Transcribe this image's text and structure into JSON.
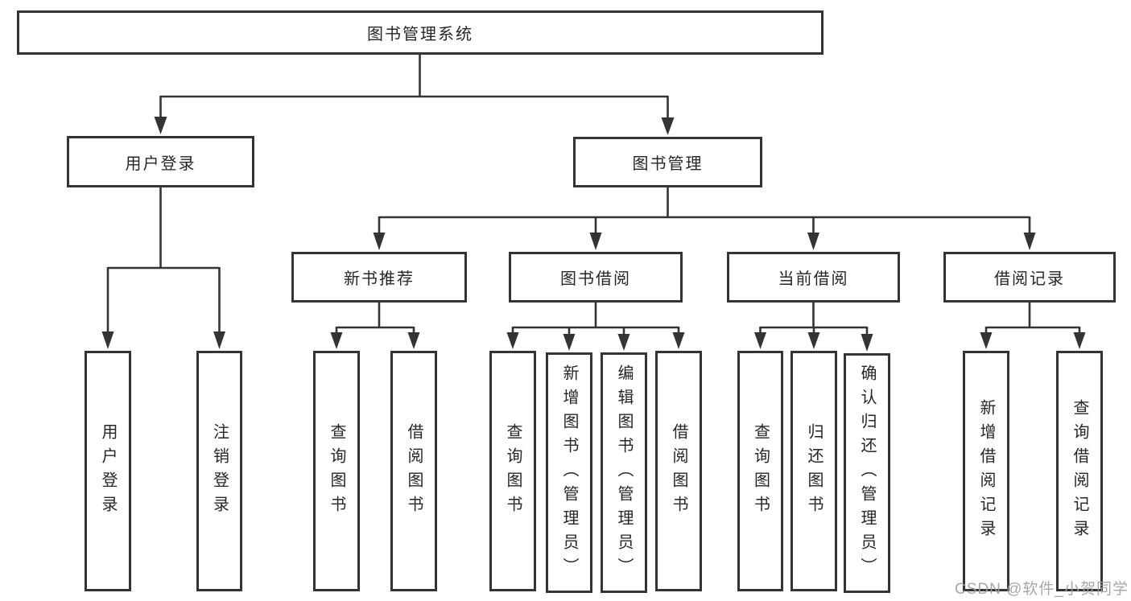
{
  "diagram": {
    "type": "hierarchy-tree",
    "title": "图书管理系统"
  },
  "colors": {
    "line": "#343434",
    "box_fill": "#ffffff",
    "text": "#262626",
    "watermark": "#a0a0a0"
  },
  "tree": {
    "root": {
      "label": "图书管理系统",
      "children": [
        {
          "label": "用户登录",
          "children": [
            {
              "label": "用户登录"
            },
            {
              "label": "注销登录"
            }
          ]
        },
        {
          "label": "图书管理",
          "children": [
            {
              "label": "新书推荐",
              "children": [
                {
                  "label": "查询图书"
                },
                {
                  "label": "借阅图书"
                }
              ]
            },
            {
              "label": "图书借阅",
              "children": [
                {
                  "label": "查询图书"
                },
                {
                  "label": "新增图书（管理员）"
                },
                {
                  "label": "编辑图书（管理员）"
                },
                {
                  "label": "借阅图书"
                }
              ]
            },
            {
              "label": "当前借阅",
              "children": [
                {
                  "label": "查询图书"
                },
                {
                  "label": "归还图书"
                },
                {
                  "label": "确认归还（管理员）"
                }
              ]
            },
            {
              "label": "借阅记录",
              "children": [
                {
                  "label": "新增借阅记录"
                },
                {
                  "label": "查询借阅记录"
                }
              ]
            }
          ]
        }
      ]
    }
  },
  "watermark": {
    "text": "CSDN @软件_小贺同学"
  }
}
